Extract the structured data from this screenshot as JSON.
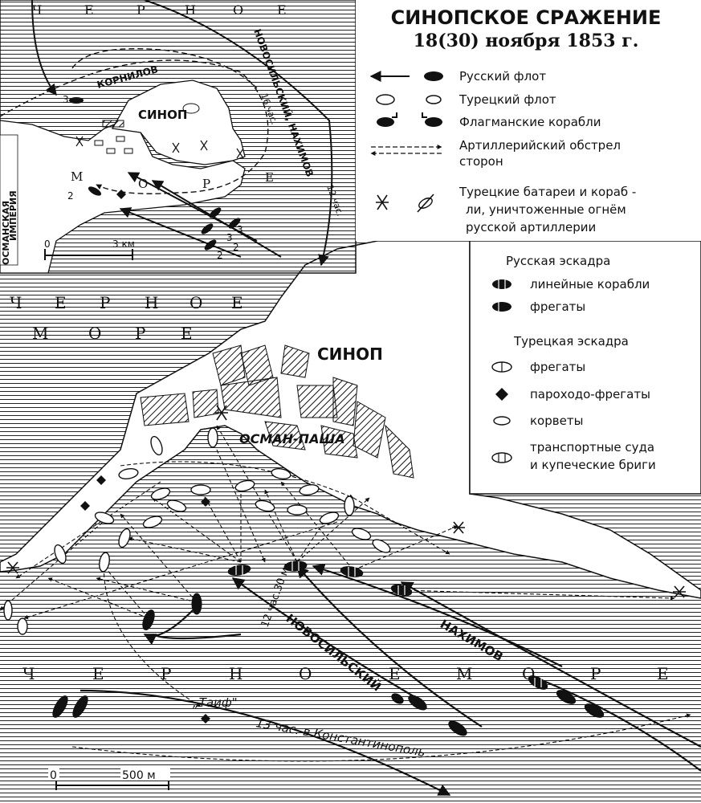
{
  "title": {
    "line1": "СИНОПСКОЕ СРАЖЕНИЕ",
    "line2": "18(30) ноября 1853 г."
  },
  "legend": {
    "items": [
      {
        "label": "Русский флот",
        "icon": "russian-fleet-arrow-icon"
      },
      {
        "label": "Турецкий флот",
        "icon": "turkish-fleet-icon"
      },
      {
        "label": "Флагманские корабли",
        "icon": "flagship-icon"
      },
      {
        "label_line1": "Артиллерийский обстрел",
        "label_line2": "сторон",
        "icon": "artillery-fire-icon"
      },
      {
        "label_line1": "Турецкие батареи и кораб -",
        "label_line2": "ли, уничтоженные огнём",
        "label_line3": "русской артиллерии",
        "icon": "destroyed-battery-icon"
      }
    ],
    "russian_squadron": {
      "heading": "Русская эскадра",
      "items": [
        "линейные корабли",
        "фрегаты"
      ]
    },
    "turkish_squadron": {
      "heading": "Турецкая эскадра",
      "items": [
        "фрегаты",
        "пароходо-фрегаты",
        "корветы",
        "транспортные суда",
        "и купеческие бриги"
      ]
    }
  },
  "inset": {
    "sea_letters": [
      "Ч",
      "Е",
      "Р",
      "Н",
      "О",
      "Е"
    ],
    "sea_letters_bay": [
      "М",
      "О",
      "Р",
      "Е"
    ],
    "city": "СИНОП",
    "country_line1": "ОСМАНСКАЯ",
    "country_line2": "ИМПЕРИЯ",
    "kornilov": "КОРНИЛОВ",
    "commanders": "НОВОСИЛЬСКИЙ, НАХИМОВ",
    "time_16": "16 час.",
    "time_12": "12 час.",
    "scale_zero": "0",
    "scale_label": "3 км",
    "ship_numbers": [
      "3",
      "2",
      "3",
      "3",
      "2",
      "2"
    ]
  },
  "main": {
    "sea_top_line1": [
      "Ч",
      "Е",
      "Р",
      "Н",
      "О",
      "Е"
    ],
    "sea_top_line2": [
      "М",
      "О",
      "Р",
      "Е"
    ],
    "sea_bottom": [
      "Ч",
      "Е",
      "Р",
      "Н",
      "О",
      "Е",
      "М",
      "О",
      "Р",
      "Е"
    ],
    "city": "СИНОП",
    "osman_pasha": "ОСМАН-ПАША",
    "novosilsky": "НОВОСИЛЬСКИЙ",
    "nakhimov": "НАХИМОВ",
    "time_1230": "12 час.30 м.",
    "taif": "„Таиф\"",
    "constantinople": "13 час. в Константинополь",
    "scale_zero": "0",
    "scale_label": "500 м"
  },
  "colors": {
    "ink": "#111111",
    "paper": "#ffffff"
  }
}
